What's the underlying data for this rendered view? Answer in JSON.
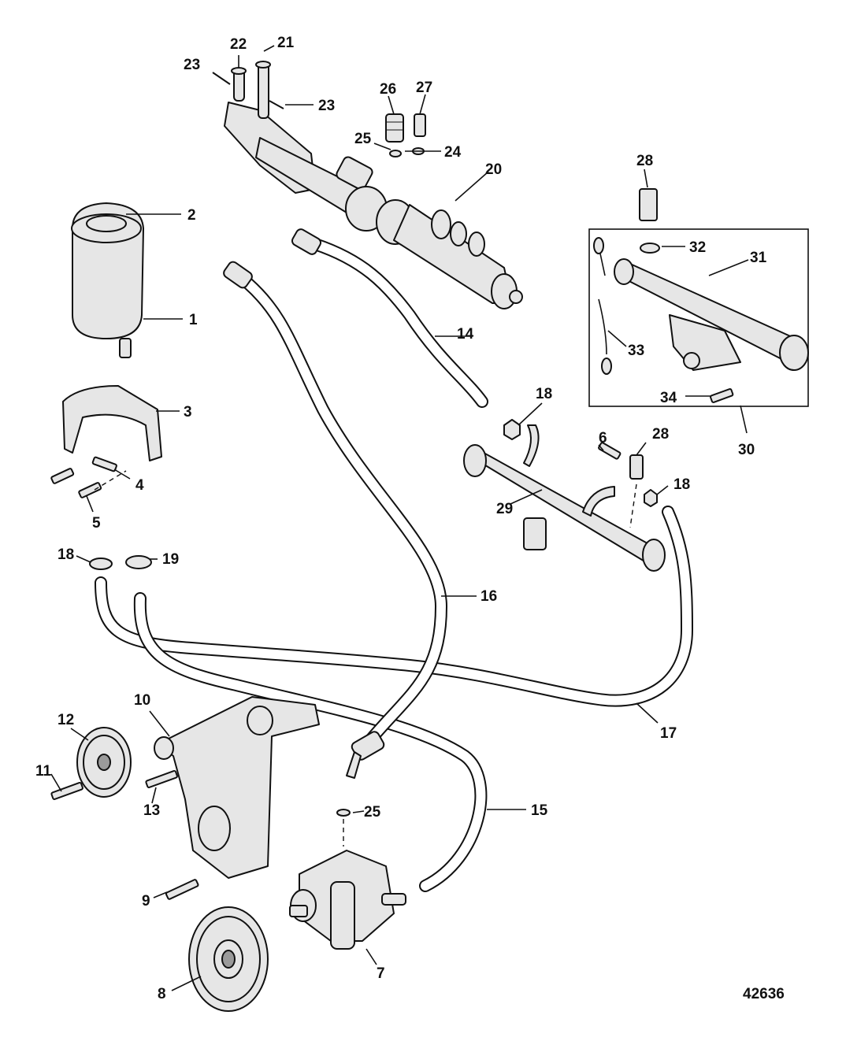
{
  "figure_number": "42636",
  "callouts": {
    "c1": "1",
    "c2": "2",
    "c3": "3",
    "c4": "4",
    "c5": "5",
    "c6": "6",
    "c7": "7",
    "c8": "8",
    "c9": "9",
    "c10": "10",
    "c11": "11",
    "c12": "12",
    "c13": "13",
    "c14": "14",
    "c15": "15",
    "c16": "16",
    "c17": "17",
    "c18a": "18",
    "c18b": "18",
    "c18c": "18",
    "c19": "19",
    "c20": "20",
    "c21": "21",
    "c22": "22",
    "c23a": "23",
    "c23b": "23",
    "c24": "24",
    "c25a": "25",
    "c25b": "25",
    "c26": "26",
    "c27": "27",
    "c28a": "28",
    "c28b": "28",
    "c29": "29",
    "c30": "30",
    "c31": "31",
    "c32": "32",
    "c33": "33",
    "c34": "34"
  }
}
